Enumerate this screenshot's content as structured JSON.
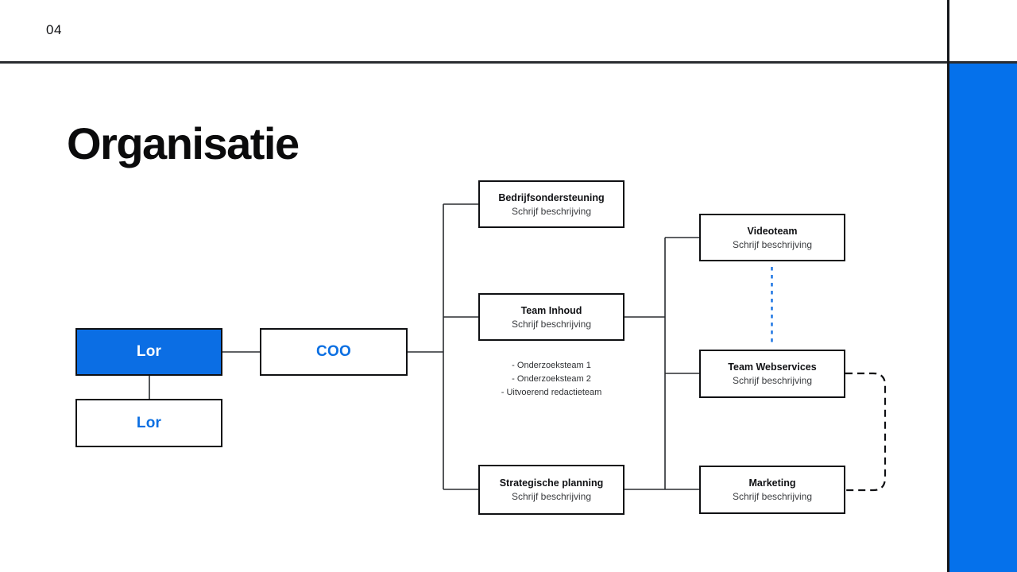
{
  "header": {
    "page_number": "04"
  },
  "title": "Organisatie",
  "colors": {
    "accent_blue": "#0571EB",
    "node_fill_blue": "#0B6EE4",
    "node_text_blue": "#0B6FE2",
    "dashed_blue": "#1E76E3",
    "line_dark": "#2a2d31",
    "border_dark": "#0f1013"
  },
  "chart": {
    "lor_primary": {
      "label": "Lor"
    },
    "lor_secondary": {
      "label": "Lor"
    },
    "coo": {
      "label": "COO"
    },
    "nodes": [
      {
        "title": "Bedrijfsondersteuning",
        "subtitle": "Schrijf beschrijving"
      },
      {
        "title": "Team Inhoud",
        "subtitle": "Schrijf beschrijving"
      },
      {
        "title": "Strategische planning",
        "subtitle": "Schrijf beschrijving"
      },
      {
        "title": "Videoteam",
        "subtitle": "Schrijf beschrijving"
      },
      {
        "title": "Team Webservices",
        "subtitle": "Schrijf beschrijving"
      },
      {
        "title": "Marketing",
        "subtitle": "Schrijf beschrijving"
      }
    ],
    "subteams": [
      "- Onderzoeksteam 1",
      "- Onderzoeksteam 2",
      "- Uitvoerend redactieteam"
    ]
  }
}
